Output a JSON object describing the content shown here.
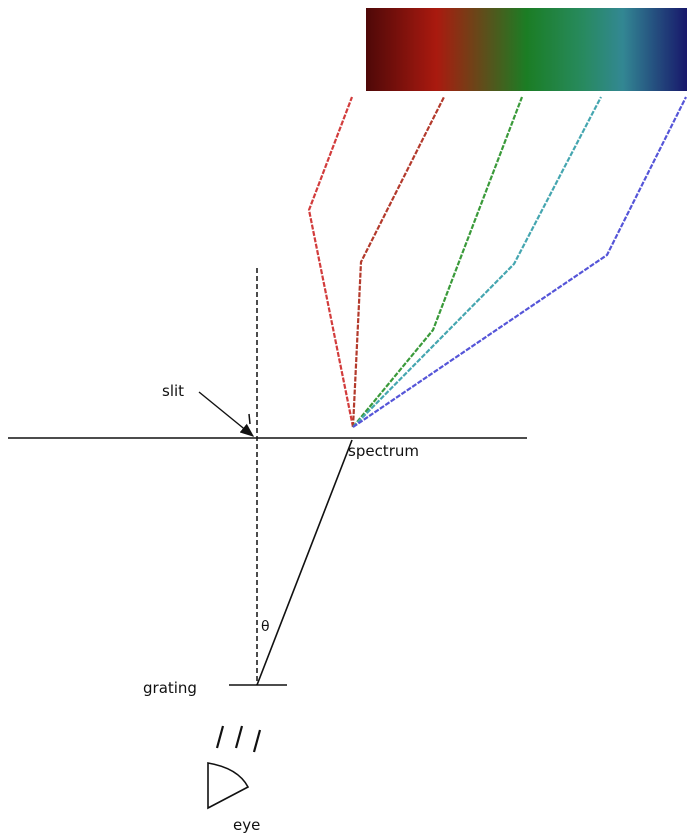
{
  "labels": {
    "slit": "slit",
    "spectrum": "spectrum",
    "theta": "θ",
    "grating": "grating",
    "eye": "eye"
  },
  "colors": {
    "red": "#d23c3c",
    "dark_red": "#b33a2c",
    "green": "#3a9a3a",
    "cyan": "#45a6b0",
    "blue": "#5555d8",
    "line": "#111111"
  },
  "spectrum_band": [
    "#5a0a0a",
    "#c21e12",
    "#1f8f2a",
    "#2e9e6e",
    "#3a9aa8",
    "#1b1b7a"
  ]
}
